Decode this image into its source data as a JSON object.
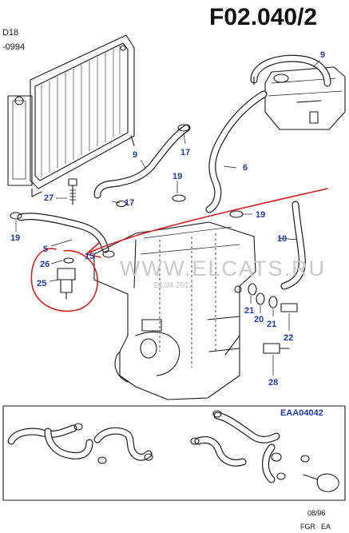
{
  "header": {
    "page_code": "F02.040/2",
    "model_line1": "D18",
    "model_line2": "-0994"
  },
  "callouts": [
    {
      "label": "9"
    },
    {
      "label": "9"
    },
    {
      "label": "17"
    },
    {
      "label": "17"
    },
    {
      "label": "6"
    },
    {
      "label": "19"
    },
    {
      "label": "19"
    },
    {
      "label": "19"
    },
    {
      "label": "27"
    },
    {
      "label": "10"
    },
    {
      "label": "5"
    },
    {
      "label": "15"
    },
    {
      "label": "26"
    },
    {
      "label": "25"
    },
    {
      "label": "21"
    },
    {
      "label": "20"
    },
    {
      "label": "21"
    },
    {
      "label": "22"
    },
    {
      "label": "28"
    }
  ],
  "watermark": {
    "site": "WWW.ELCATS.RU",
    "date": "24.04.2012"
  },
  "inset": {
    "code": "EAA04042"
  },
  "footer": {
    "date": "08/96",
    "region": "FGR",
    "series": "EA"
  },
  "colors": {
    "line": "#1a1a1a",
    "callout": "#1f3aa8",
    "annotation": "#d42020",
    "watermark": "#c9c9c9"
  }
}
